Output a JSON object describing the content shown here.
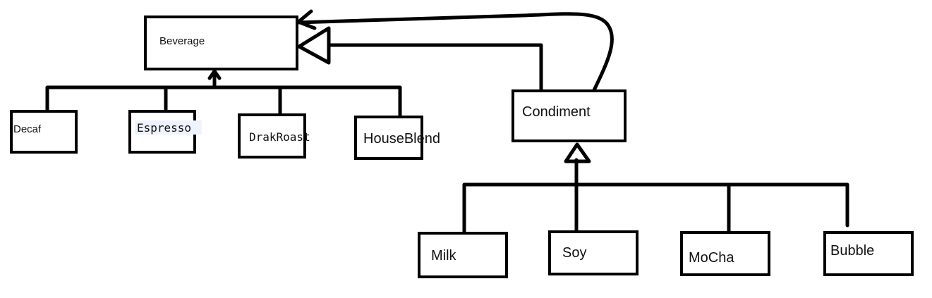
{
  "diagram": {
    "base_class": "Beverage",
    "concrete_beverages": [
      "Decaf",
      "Espresso",
      "DrakRoast",
      "HouseBlend"
    ],
    "decorator_class": "Condiment",
    "concrete_condiments": [
      "Milk",
      "Soy",
      "MoCha",
      "Bubble"
    ]
  },
  "colors": {
    "stroke": "#000000",
    "box_fill": "#ffffff",
    "highlight": "#eef3ff"
  }
}
